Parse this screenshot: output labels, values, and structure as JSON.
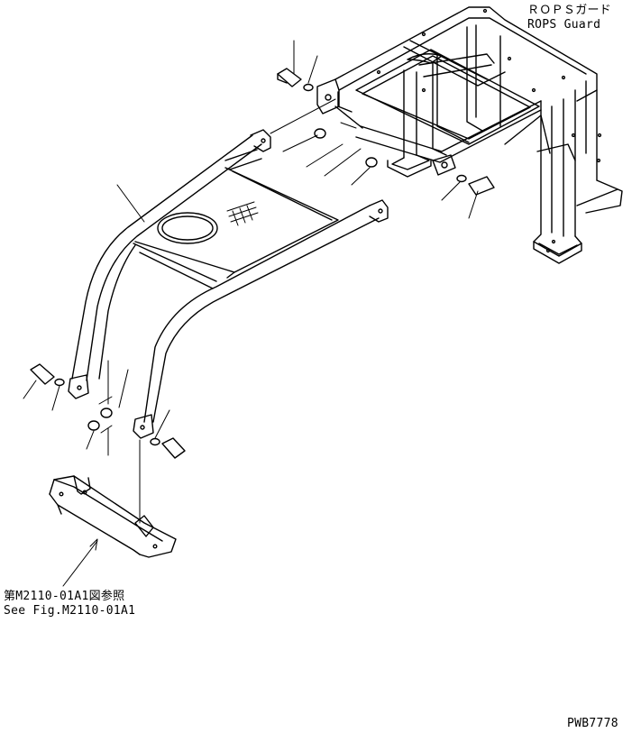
{
  "title_jp": "ＲＯＰＳガード",
  "title_en": "ROPS Guard",
  "ref_jp": "第M2110-01A1図参照",
  "ref_en": "See Fig.M2110-01A1",
  "drawing_code": "PWB7778"
}
